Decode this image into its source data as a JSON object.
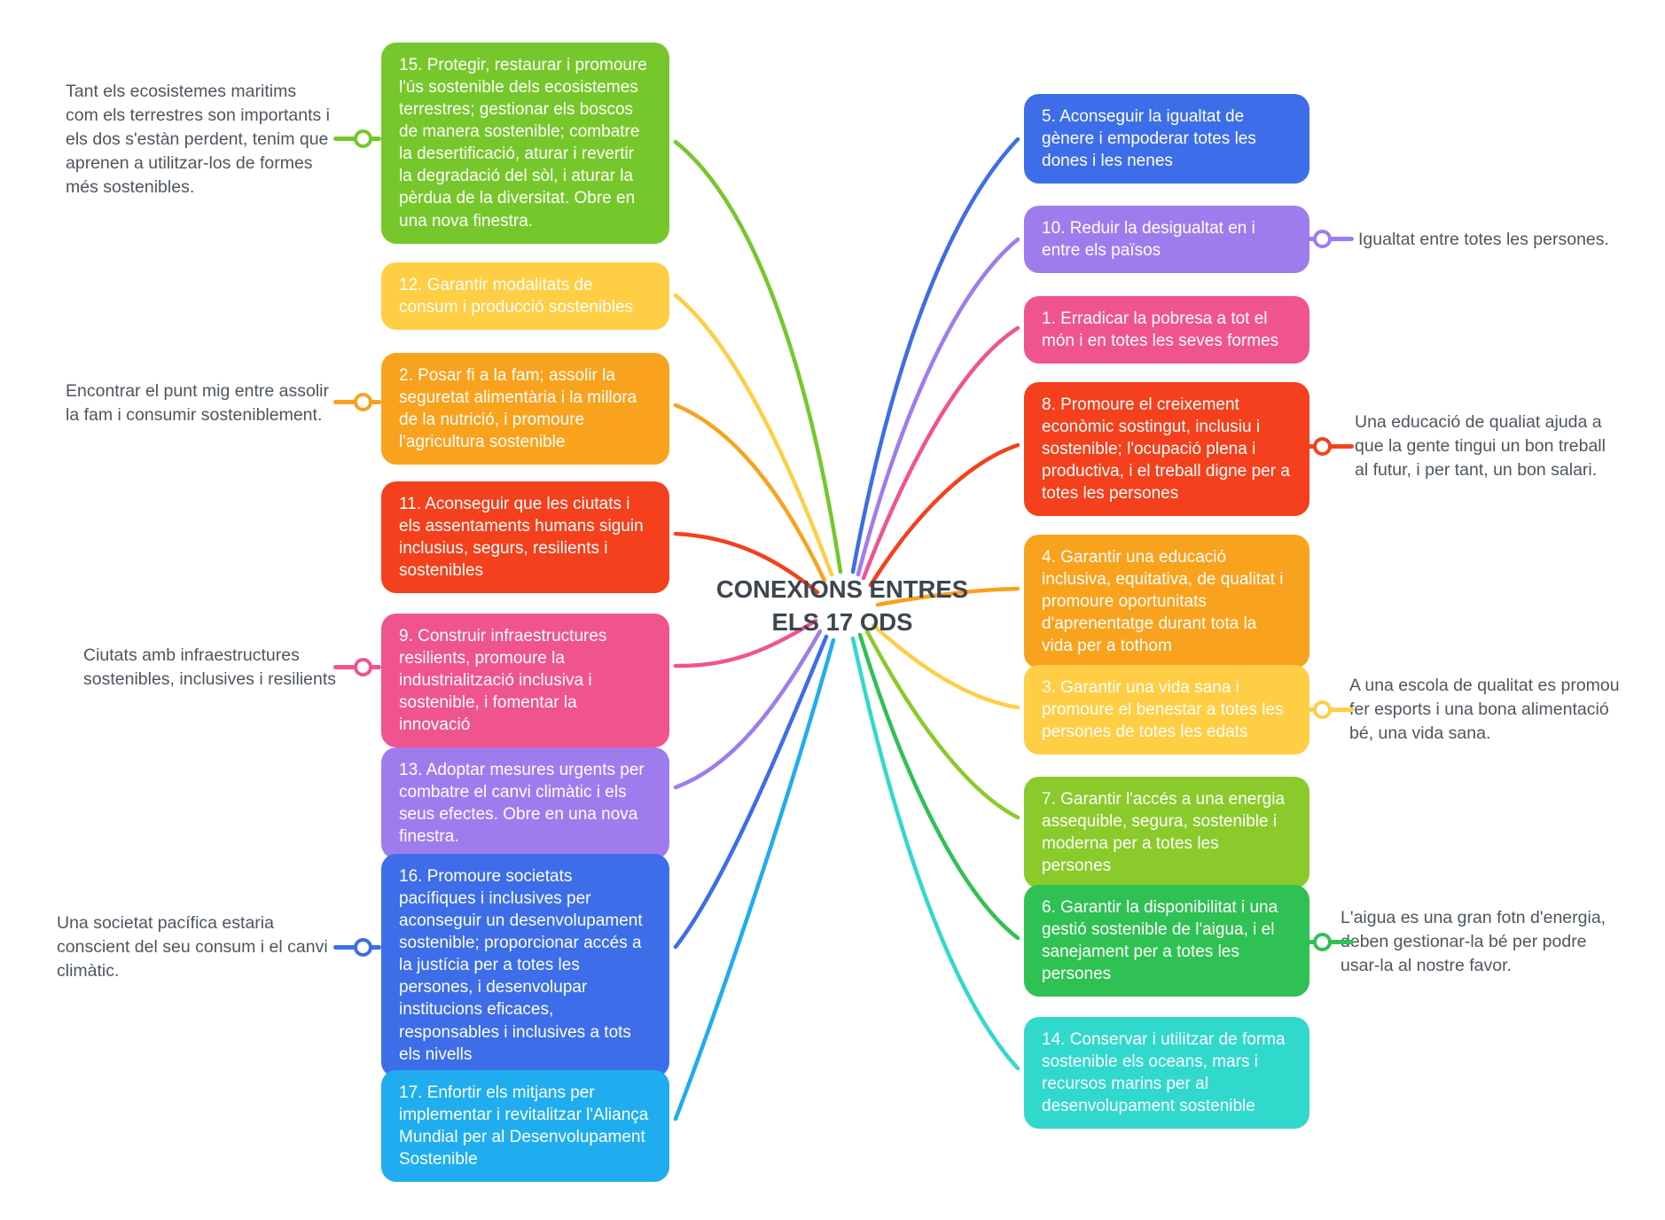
{
  "center": {
    "label": "CONEXIONS ENTRES ELS 17 ODS",
    "color": "#3C4650"
  },
  "nodes": {
    "n15": {
      "label": "15. Protegir, restaurar i promoure l'ús sostenible dels ecosistemes terrestres; gestionar els boscos de manera sostenible; combatre la desertificació, aturar i revertir la degradació del sòl, i aturar la pèrdua de la diversitat. Obre en una nova finestra.",
      "color": "#76C72B",
      "annotation": "Tant els ecosistemes maritims com els terrestres son importants i els dos s'estàn perdent, tenim que aprenen a utilitzar-los de formes més sostenibles."
    },
    "n12": {
      "label": "12. Garantir modalitats de consum i producció sostenibles",
      "color": "#FFCE45"
    },
    "n2": {
      "label": "2. Posar fi a la fam; assolir la seguretat alimentària i la millora de la nutrició, i promoure l'agricultura sostenible",
      "color": "#F9A21D",
      "annotation": "Encontrar el punt mig entre assolir la fam i consumir sosteniblement."
    },
    "n11": {
      "label": "11. Aconseguir que les ciutats i els assentaments humans siguin inclusius, segurs, resilients i sostenibles",
      "color": "#F4401C"
    },
    "n9": {
      "label": "9. Construir infraestructures resilients, promoure la industrialització inclusiva i sostenible, i fomentar la innovació",
      "color": "#F0548E",
      "annotation": "Ciutats amb infraestructures sostenibles, inclusives i resilients"
    },
    "n13": {
      "label": "13. Adoptar mesures urgents per combatre el canvi climàtic i els seus efectes. Obre en una nova finestra.",
      "color": "#9F7CEE"
    },
    "n16": {
      "label": "16. Promoure societats pacífiques i inclusives per aconseguir un desenvolupament sostenible; proporcionar accés a la justícia per a totes les persones, i desenvolupar institucions eficaces, responsables i inclusives a tots els nivells",
      "color": "#3D6DE8",
      "annotation": "Una societat pacífica estaria conscient del seu consum i el canvi climàtic."
    },
    "n17": {
      "label": "17. Enfortir els mitjans per implementar i revitalitzar l'Aliança Mundial per al Desenvolupament Sostenible",
      "color": "#1FADEF"
    },
    "n5": {
      "label": "5. Aconseguir la igualtat de gènere i empoderar totes les dones i les nenes",
      "color": "#3D6DE8"
    },
    "n10": {
      "label": "10. Reduir la desigualtat en i entre els països",
      "color": "#9F7CEE",
      "annotation": "Igualtat entre totes les persones."
    },
    "n1": {
      "label": "1. Erradicar la pobresa a tot el món i en totes les seves formes",
      "color": "#F0548E"
    },
    "n8": {
      "label": "8. Promoure el creixement econòmic sostingut, inclusiu i sostenible; l'ocupació plena i productiva, i el treball digne per a totes les persones",
      "color": "#F4401C",
      "annotation": "Una educació de qualiat ajuda a que la gente tingui un bon treball al futur, i per tant, un bon salari."
    },
    "n4": {
      "label": "4. Garantir una educació inclusiva, equitativa, de qualitat i promoure oportunitats d'aprenentatge durant tota la vida per a tothom",
      "color": "#F9A21D"
    },
    "n3": {
      "label": "3. Garantir una vida sana i promoure el benestar a totes les persones de totes les edats",
      "color": "#FFCE45",
      "annotation": "A una escola de qualitat es promou fer esports i una bona alimentació bé, una vida sana."
    },
    "n7": {
      "label": "7. Garantir l'accés a una energia assequible, segura, sostenible i moderna per a totes les persones",
      "color": "#8ACA2B"
    },
    "n6": {
      "label": "6. Garantir la disponibilitat i una gestió sostenible de l'aigua, i el sanejament per a totes les persones",
      "color": "#2FC153",
      "annotation": "L'aigua es una gran fotn d'energia, deben gestionar-la bé per podre usar-la al nostre favor."
    },
    "n14": {
      "label": "14. Conservar i utilitzar de forma sostenible els oceans, mars i recursos marins per al desenvolupament sostenible",
      "color": "#31D9CC"
    }
  }
}
